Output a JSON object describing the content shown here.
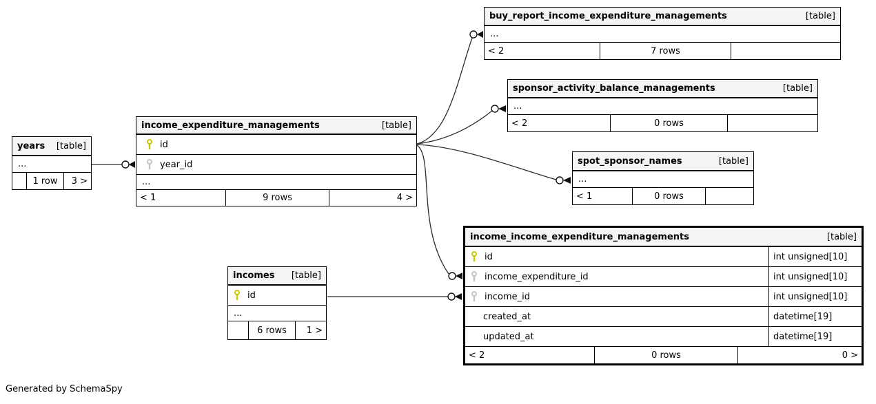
{
  "page": {
    "generated_by": "Generated by SchemaSpy"
  },
  "colors": {
    "primary_key": "#c8c800",
    "foreign_key": "#c4c4c4",
    "header_bg": "#f4f4f4",
    "border": "#000000"
  },
  "tables": [
    {
      "name": "buy_report_income_expenditure_managements",
      "tag": "[table]",
      "columns": [
        {
          "label": "..."
        }
      ],
      "footer": {
        "parents": "< 2",
        "rows": "7 rows",
        "children": ""
      }
    },
    {
      "name": "sponsor_activity_balance_managements",
      "tag": "[table]",
      "columns": [
        {
          "label": "..."
        }
      ],
      "footer": {
        "parents": "< 2",
        "rows": "0 rows",
        "children": ""
      }
    },
    {
      "name": "income_expenditure_managements",
      "tag": "[table]",
      "columns": [
        {
          "label": "id",
          "key": "primary"
        },
        {
          "label": "year_id",
          "key": "foreign"
        },
        {
          "label": "..."
        }
      ],
      "footer": {
        "parents": "< 1",
        "rows": "9 rows",
        "children": "4 >"
      }
    },
    {
      "name": "years",
      "tag": "[table]",
      "columns": [
        {
          "label": "..."
        }
      ],
      "footer": {
        "parents": "",
        "rows": "1 row",
        "children": "3 >"
      }
    },
    {
      "name": "spot_sponsor_names",
      "tag": "[table]",
      "columns": [
        {
          "label": "..."
        }
      ],
      "footer": {
        "parents": "< 1",
        "rows": "0 rows",
        "children": ""
      }
    },
    {
      "name": "income_income_expenditure_managements",
      "tag": "[table]",
      "emphasized": true,
      "columns": [
        {
          "label": "id",
          "key": "primary",
          "type": "int unsigned[10]"
        },
        {
          "label": "income_expenditure_id",
          "key": "foreign",
          "type": "int unsigned[10]"
        },
        {
          "label": "income_id",
          "key": "foreign",
          "type": "int unsigned[10]"
        },
        {
          "label": "created_at",
          "type": "datetime[19]"
        },
        {
          "label": "updated_at",
          "type": "datetime[19]"
        }
      ],
      "footer": {
        "parents": "< 2",
        "rows": "0 rows",
        "children": "0 >"
      }
    },
    {
      "name": "incomes",
      "tag": "[table]",
      "columns": [
        {
          "label": "id",
          "key": "primary"
        },
        {
          "label": "..."
        }
      ],
      "footer": {
        "parents": "",
        "rows": "6 rows",
        "children": "1 >"
      }
    }
  ],
  "relationships": [
    {
      "from": "years",
      "to": "income_expenditure_managements.year_id"
    },
    {
      "from": "income_expenditure_managements.id",
      "to": "buy_report_income_expenditure_managements"
    },
    {
      "from": "income_expenditure_managements.id",
      "to": "sponsor_activity_balance_managements"
    },
    {
      "from": "income_expenditure_managements.id",
      "to": "spot_sponsor_names"
    },
    {
      "from": "income_expenditure_managements.id",
      "to": "income_income_expenditure_managements.income_expenditure_id"
    },
    {
      "from": "incomes.id",
      "to": "income_income_expenditure_managements.income_id"
    }
  ]
}
